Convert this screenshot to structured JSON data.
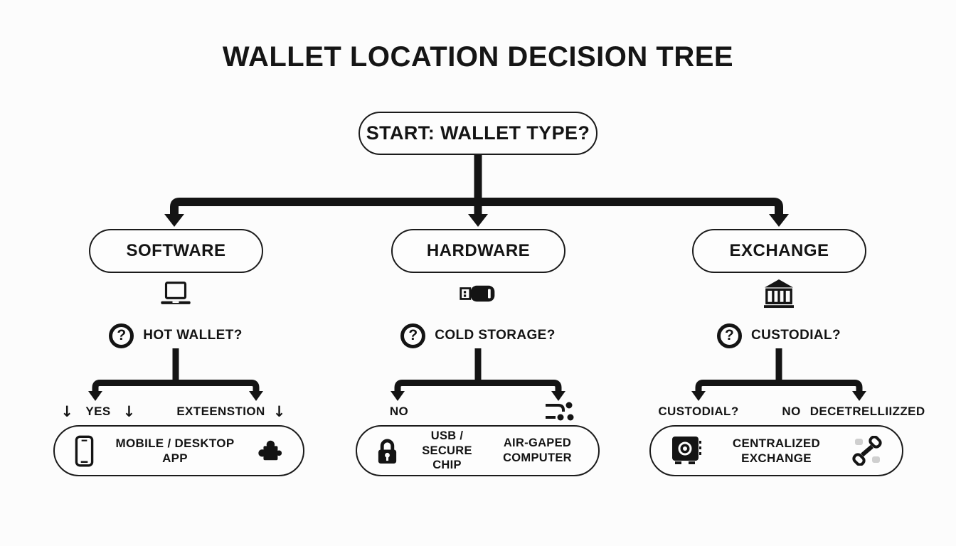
{
  "title": "WALLET LOCATION DECISION TREE",
  "qmark": "?",
  "start": {
    "label": "START: WALLET TYPE?"
  },
  "branches": [
    {
      "label": "SOFTWARE",
      "icon": "laptop-icon",
      "question": "HOT WALLET?",
      "edges": {
        "left_pre_arrow": "↓",
        "left": "YES",
        "left_post_arrow": "↓",
        "right": "EXTEENSTION",
        "right_post_arrow": "↓"
      },
      "result": {
        "icon_left": "smartphone-icon",
        "line1": "MOBILE / DESKTOP",
        "line2": "APP",
        "icon_right": "puzzle-piece-icon"
      }
    },
    {
      "label": "HARDWARE",
      "icon": "usb-drive-icon",
      "question": "COLD STORAGE?",
      "edges": {
        "left": "NO",
        "right_icon": "route-icon"
      },
      "result": {
        "icon_left": "lock-icon",
        "line1": "USB / SECURE",
        "line2": "CHIP",
        "line3": "AIR-GAPED",
        "line4": "COMPUTER"
      }
    },
    {
      "label": "EXCHANGE",
      "icon": "bank-icon",
      "question": "CUSTODIAL?",
      "edges": {
        "left": "CUSTODIAL?",
        "right_no": "NO",
        "right": "DECETRELLIIZZED"
      },
      "result": {
        "icon_left": "safe-icon",
        "line1": "CENTRALIZED",
        "line2": "EXCHANGE",
        "icon_right": "chain-links-icon"
      }
    }
  ],
  "colors": {
    "ink": "#141414",
    "background": "#fcfcfc"
  }
}
